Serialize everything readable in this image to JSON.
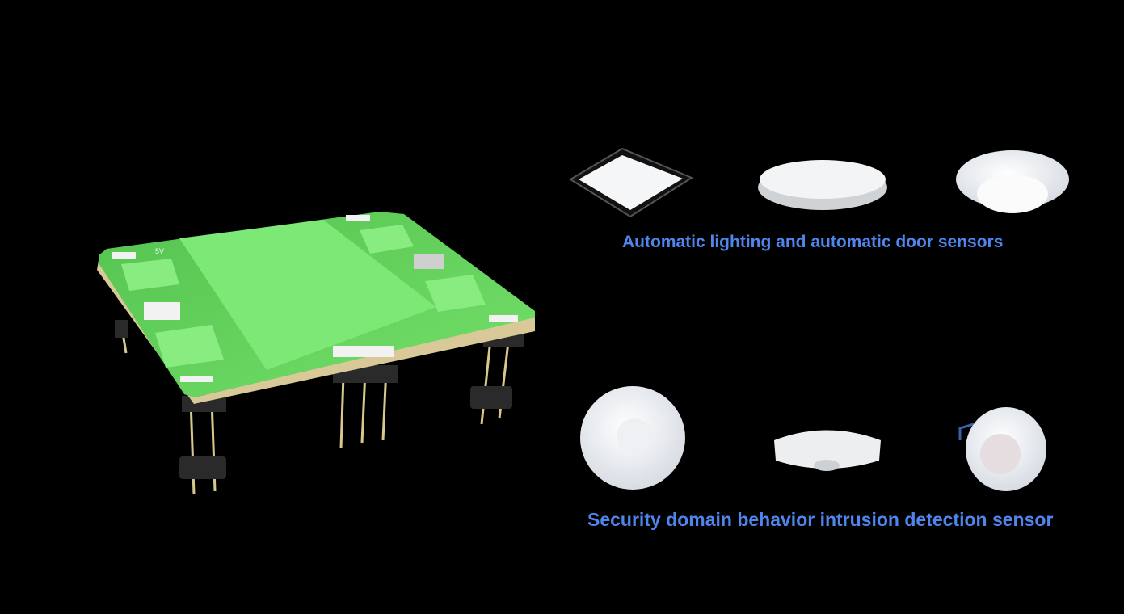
{
  "module": {
    "silkscreen_label": "5V"
  },
  "captions": {
    "lighting": "Automatic lighting and automatic door sensors",
    "security": "Security domain behavior intrusion detection sensor"
  },
  "colors": {
    "caption": "#4f86ee",
    "pcb": "#5fd45a",
    "background": "#000000"
  }
}
